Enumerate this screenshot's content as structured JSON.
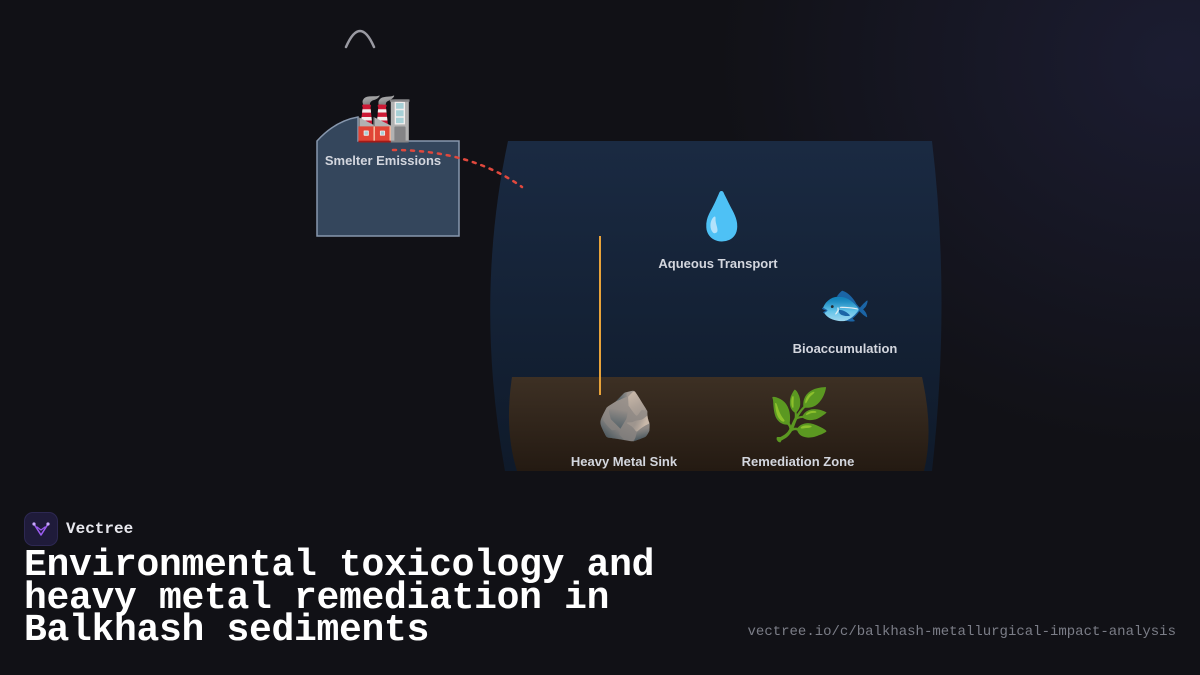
{
  "diagram": {
    "nodes": {
      "smelter": {
        "label": "Smelter Emissions",
        "icon": "factory-icon",
        "glyph": "🏭"
      },
      "aqueous": {
        "label": "Aqueous Transport",
        "icon": "water-droplet-icon",
        "glyph": "💧"
      },
      "bioaccumulation": {
        "label": "Bioaccumulation",
        "icon": "fish-icon",
        "glyph": "🐟"
      },
      "sink": {
        "label": "Heavy Metal Sink",
        "icon": "rock-icon",
        "glyph": "🪨"
      },
      "remediation": {
        "label": "Remediation Zone",
        "icon": "herb-icon",
        "glyph": "🌿"
      }
    },
    "colors": {
      "background": "#111116",
      "land_fill": "#34465c",
      "land_stroke": "#8797ad",
      "water_fill": "#162235",
      "sediment_fill": "#3a2d22",
      "emission_path": "#e0483d",
      "transport_line": "#e8a33a",
      "smoke_arc": "#9a9aa2",
      "label_text": "#d3d6de"
    }
  },
  "brand": {
    "name": "Vectree",
    "logo_icon": "vectree-logo-icon",
    "accent": "#9b5cf0"
  },
  "title": "Environmental toxicology and heavy metal remediation in Balkhash sediments",
  "url": "vectree.io/c/balkhash-metallurgical-impact-analysis"
}
